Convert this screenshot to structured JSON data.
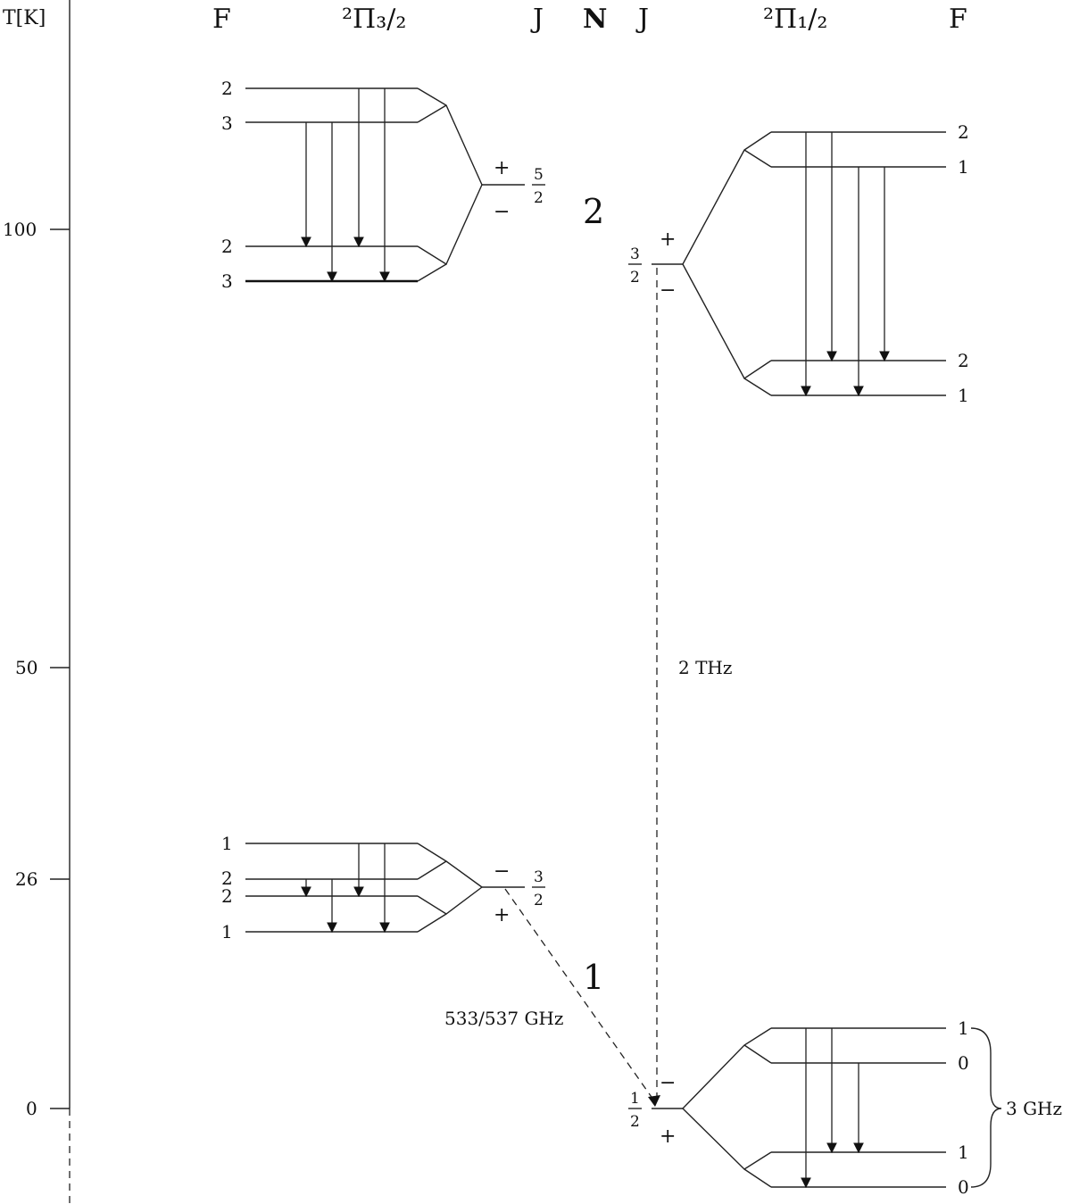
{
  "axis": {
    "label": "T[K]",
    "ticks": [
      "100",
      "50",
      "26",
      "0"
    ]
  },
  "headers": {
    "f_left": "F",
    "state_left": "²Π₃/₂",
    "j_left": "J",
    "n": "N",
    "j_right": "J",
    "state_right": "²Π₁/₂",
    "f_right": "F"
  },
  "pi32_upper": {
    "j_num": "5",
    "j_den": "2",
    "parity_top": "+",
    "parity_bottom": "−",
    "f_labels": [
      "2",
      "3",
      "2",
      "3"
    ]
  },
  "pi32_lower": {
    "j_num": "3",
    "j_den": "2",
    "parity_top": "−",
    "parity_bottom": "+",
    "f_labels": [
      "1",
      "2",
      "2",
      "1"
    ]
  },
  "n_labels": {
    "upper": "2",
    "lower": "1"
  },
  "pi12_upper": {
    "j_num": "3",
    "j_den": "2",
    "parity_top": "+",
    "parity_bottom": "−",
    "f_labels": [
      "2",
      "1",
      "2",
      "1"
    ]
  },
  "pi12_lower": {
    "j_num": "1",
    "j_den": "2",
    "parity_top": "−",
    "parity_bottom": "+",
    "f_labels": [
      "1",
      "0",
      "1",
      "0"
    ]
  },
  "annotations": {
    "thz": "2 THz",
    "ghz_pair": "533/537 GHz",
    "ghz3": "3 GHz"
  }
}
